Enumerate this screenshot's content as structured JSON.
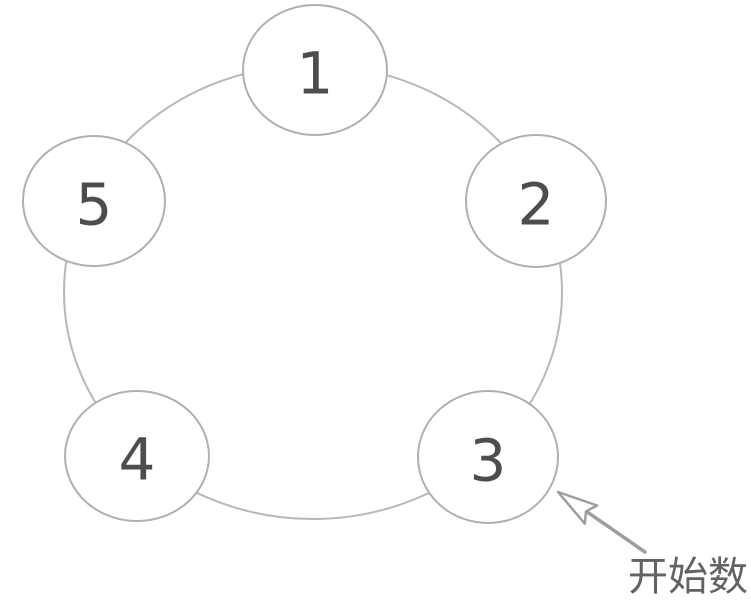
{
  "diagram": {
    "type": "circular-counting-diagram",
    "background_color": "#ffffff",
    "ring": {
      "stroke_color": "#b8b8b8"
    },
    "nodes": [
      {
        "label": "1"
      },
      {
        "label": "2"
      },
      {
        "label": "3"
      },
      {
        "label": "4"
      },
      {
        "label": "5"
      }
    ],
    "node_style": {
      "fill_color": "#ffffff",
      "stroke_color": "#b0b0b0",
      "number_color": "#4d4d4d"
    },
    "annotation": {
      "label": "开始数",
      "points_to_node": "3",
      "arrow_color": "#9e9e9e",
      "text_color": "#636363"
    }
  }
}
